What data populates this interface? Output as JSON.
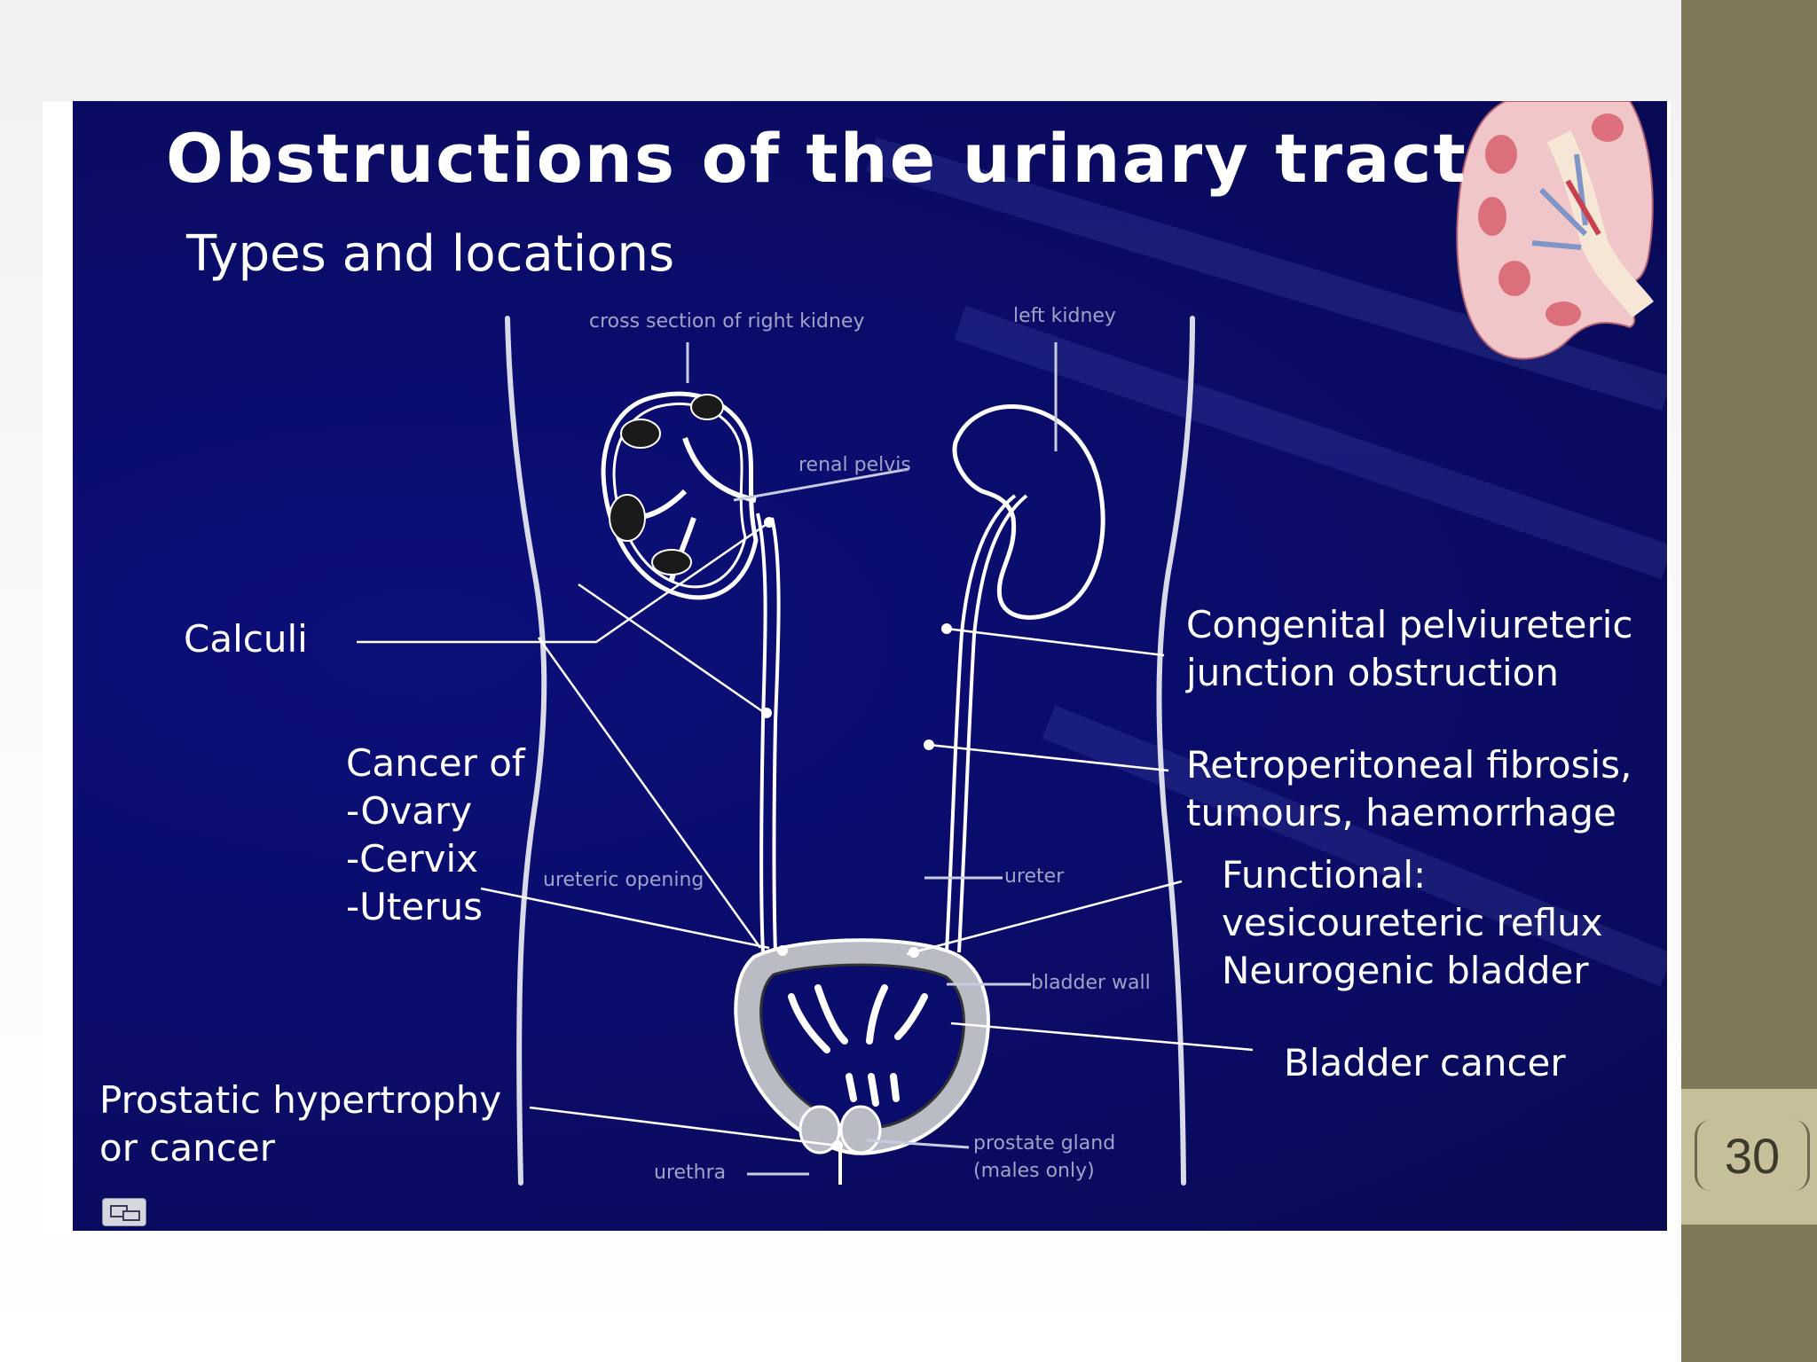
{
  "slide": {
    "title": "Obstructions of the urinary tract",
    "subtitle": "Types and locations",
    "page_number": "30"
  },
  "diagram_labels": {
    "cross_section_right_kidney": "cross section of right kidney",
    "left_kidney": "left kidney",
    "renal_pelvis": "renal pelvis",
    "ureteric_opening": "ureteric opening",
    "ureter": "ureter",
    "bladder_wall": "bladder wall",
    "prostate_gland": "prostate gland",
    "males_only": "(males only)",
    "urethra": "urethra"
  },
  "annotations": {
    "calculi": "Calculi",
    "cancer_of": "Cancer of",
    "ovary": "-Ovary",
    "cervix": "-Cervix",
    "uterus": "-Uterus",
    "prostatic_1": "Prostatic hypertrophy",
    "prostatic_2": "or cancer",
    "congenital_1": "Congenital pelviureteric",
    "congenital_2": "junction obstruction",
    "retro_1": "Retroperitoneal fibrosis,",
    "retro_2": "tumours, haemorrhage",
    "functional_1": "Functional:",
    "functional_2": "vesicoureteric reflux",
    "functional_3": "Neurogenic bladder",
    "bladder_cancer": "Bladder cancer"
  }
}
